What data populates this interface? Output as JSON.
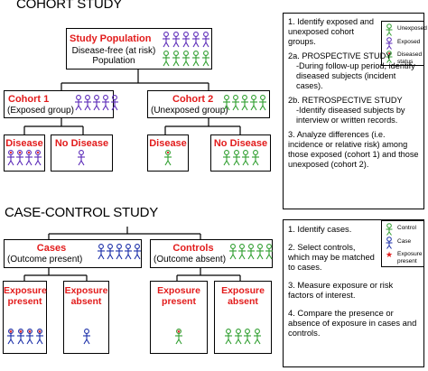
{
  "cohort": {
    "title": "COHORT STUDY",
    "population": {
      "title": "Study Population",
      "line1": "Disease-free (at risk)",
      "line2": "Population"
    },
    "cohort1": {
      "title": "Cohort 1",
      "subtitle": "(Exposed group)",
      "disease": "Disease",
      "no_disease": "No Disease"
    },
    "cohort2": {
      "title": "Cohort 2",
      "subtitle": "(Unexposed group)",
      "disease": "Disease",
      "no_disease": "No Disease"
    },
    "steps": [
      {
        "text": "1. Identify exposed and unexposed cohort groups.",
        "indent": false
      },
      {
        "text": "2a. PROSPECTIVE STUDY",
        "indent": false,
        "tight": true
      },
      {
        "text": "-During follow-up period, identify diseased subjects (incident cases).",
        "indent": true
      },
      {
        "text": "2b. RETROSPECTIVE STUDY",
        "indent": false,
        "tight": true
      },
      {
        "text": "-Identify diseased subjects by interview or written records.",
        "indent": true
      },
      {
        "text": "3. Analyze differences (i.e. incidence or relative risk) among those exposed (cohort 1) and those unexposed (cohort 2).",
        "indent": false
      }
    ],
    "legend": {
      "unexposed": "Unexposed",
      "exposed": "Exposed",
      "diseased": "Diseased status"
    }
  },
  "case_control": {
    "title": "CASE-CONTROL STUDY",
    "cases": {
      "title": "Cases",
      "subtitle": "(Outcome present)",
      "exposure_present": "Exposure present",
      "exposure_absent": "Exposure absent"
    },
    "controls": {
      "title": "Controls",
      "subtitle": "(Outcome absent)",
      "exposure_present": "Exposure present",
      "exposure_absent": "Exposure absent"
    },
    "steps": [
      {
        "text": "1. Identify cases."
      },
      {
        "text": "2. Select controls, which may be matched to cases."
      },
      {
        "text": "3. Measure exposure or risk factors of interest."
      },
      {
        "text": "4. Compare the presence or absence of exposure in cases and controls."
      }
    ],
    "legend": {
      "control": "Control",
      "case": "Case",
      "exposure": "Exposure present"
    }
  },
  "colors": {
    "red": "#e21b1b",
    "exposed": "#5b2ab8",
    "unexposed": "#2f9e2f",
    "case": "#1a2ea8",
    "diseased_mark": "#e21b1b"
  },
  "figures": {
    "population": [
      "exposed",
      "exposed",
      "exposed",
      "exposed",
      "exposed",
      "unexposed",
      "unexposed",
      "unexposed",
      "unexposed",
      "unexposed"
    ],
    "cohort1": [
      "exposed",
      "exposed",
      "exposed",
      "exposed",
      "exposed"
    ],
    "cohort2": [
      "unexposed",
      "unexposed",
      "unexposed",
      "unexposed",
      "unexposed"
    ],
    "c1_disease": [
      "exposed-d",
      "exposed-d",
      "exposed-d",
      "exposed-d"
    ],
    "c1_nodisease": [
      "exposed"
    ],
    "c2_disease": [
      "unexposed-d"
    ],
    "c2_nodisease": [
      "unexposed",
      "unexposed",
      "unexposed",
      "unexposed"
    ],
    "cases": [
      "case",
      "case",
      "case",
      "case",
      "case"
    ],
    "controls": [
      "control",
      "control",
      "control",
      "control",
      "control"
    ],
    "cases_exp_present": [
      "case-e",
      "case-e",
      "case-e",
      "case-e"
    ],
    "cases_exp_absent": [
      "case"
    ],
    "controls_exp_present": [
      "control-e"
    ],
    "controls_exp_absent": [
      "control",
      "control",
      "control",
      "control"
    ]
  }
}
